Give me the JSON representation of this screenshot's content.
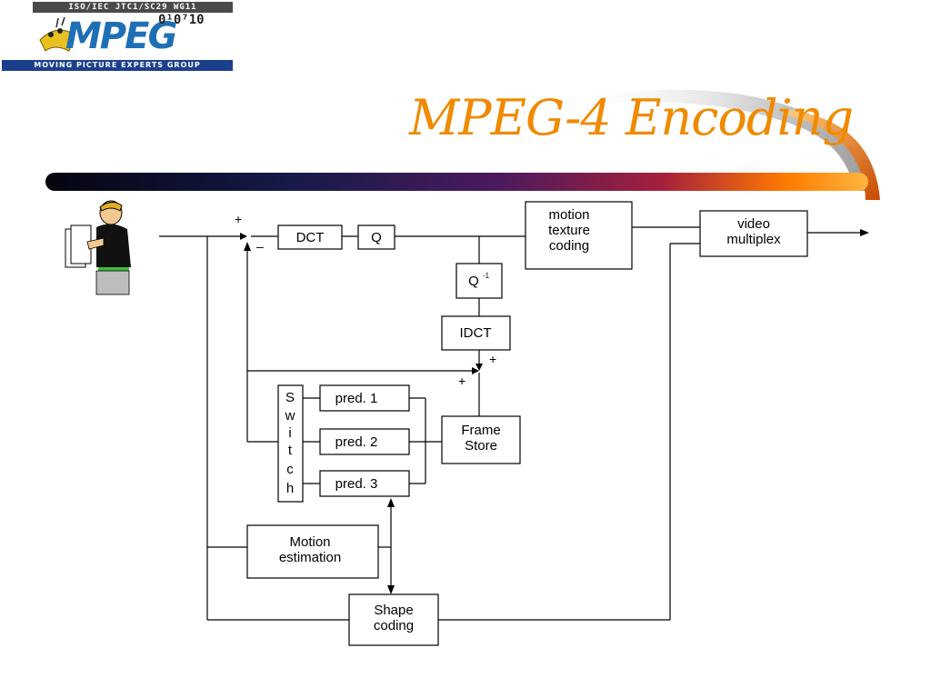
{
  "logo": {
    "top_text": "ISO/IEC JTC1/SC29 WG11",
    "name": "MPEG",
    "bits": "0¹0⁷10",
    "bottom_text": "MOVING PICTURE EXPERTS GROUP"
  },
  "title": "MPEG-4 Encoding",
  "colors": {
    "title": "#f08a00",
    "banner_dark": "#0a0a1e",
    "banner_mid": "#4b1a5e",
    "banner_light": "#ff8c00"
  },
  "diagram": {
    "blocks": {
      "dct": "DCT",
      "q": "Q",
      "q_inv": "Q",
      "q_inv_sup": "-1",
      "idct": "IDCT",
      "motion_texture": [
        "motion",
        "texture",
        "coding"
      ],
      "video_mux": [
        "video",
        "multiplex"
      ],
      "switch": [
        "S",
        "w",
        "i",
        "t",
        "c",
        "h"
      ],
      "pred1": "pred. 1",
      "pred2": "pred. 2",
      "pred3": "pred. 3",
      "frame_store": [
        "Frame",
        "Store"
      ],
      "motion_est": [
        "Motion",
        "estimation"
      ],
      "shape_coding": [
        "Shape",
        "coding"
      ]
    },
    "signs": {
      "plus_top": "+",
      "minus": "–",
      "plus_idct": "+",
      "plus_left": "+"
    }
  }
}
